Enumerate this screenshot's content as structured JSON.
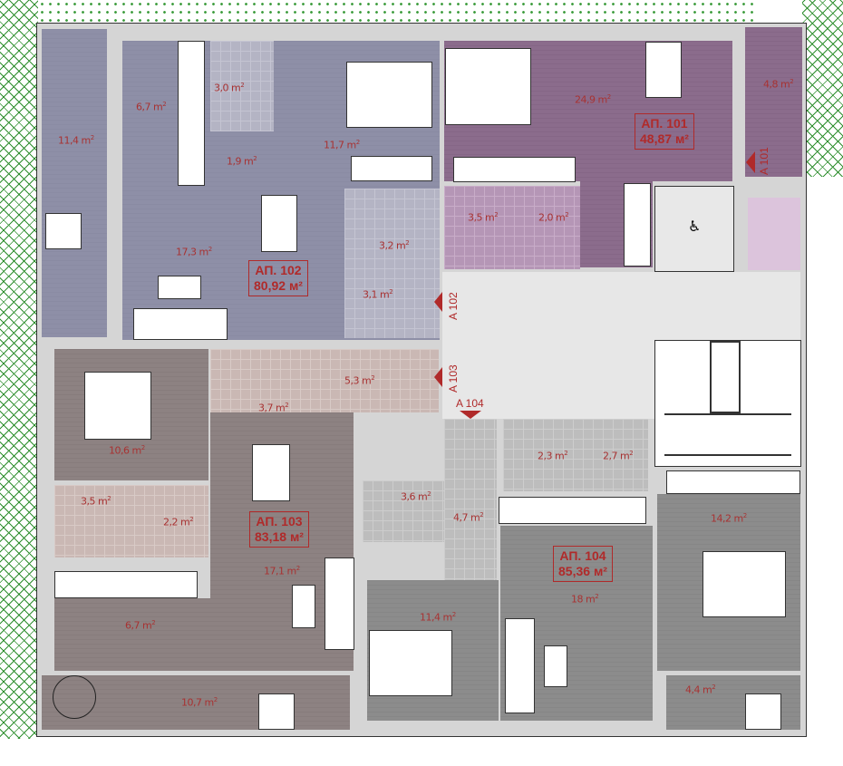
{
  "apartments": [
    {
      "name": "АП. 101",
      "area": "48,87 м²",
      "color": "#8b6c8c"
    },
    {
      "name": "АП. 102",
      "area": "80,92 м²",
      "color": "#8e8fa7"
    },
    {
      "name": "АП. 103",
      "area": "83,18 м²",
      "color": "#8d8282"
    },
    {
      "name": "АП. 104",
      "area": "85,36 м²",
      "color": "#8c8c8c"
    }
  ],
  "rooms": {
    "a102": [
      "11,4 m",
      "6,7 m",
      "3,0 m",
      "1,9 m",
      "11,7 m",
      "17,3 m",
      "3,2 m",
      "3,1 m"
    ],
    "a101": [
      "24,9 m",
      "4,8 m",
      "3,5 m",
      "2,0 m"
    ],
    "a103": [
      "10,6 m",
      "3,7 m",
      "5,3 m",
      "3,5 m",
      "2,2 m",
      "17,1 m",
      "6,7 m",
      "10,7 m"
    ],
    "a104": [
      "3,6 m",
      "4,7 m",
      "2,3 m",
      "2,7 m",
      "14,2 m",
      "18 m",
      "11,4 m",
      "4,4 m"
    ]
  },
  "sup": "2",
  "entrances": [
    "A 101",
    "A 102",
    "A 103",
    "A 104"
  ],
  "label_color": "#a83232"
}
